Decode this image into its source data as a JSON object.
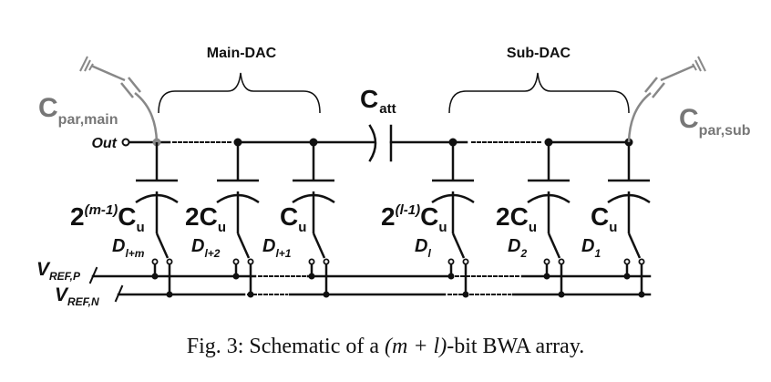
{
  "diagram": {
    "groups": {
      "main": "Main-DAC",
      "sub": "Sub-DAC"
    },
    "att_cap": {
      "base": "C",
      "sub": "att"
    },
    "par_main": {
      "base": "C",
      "sub": "par,main"
    },
    "par_sub": {
      "base": "C",
      "sub": "par,sub"
    },
    "out_label": "Out",
    "caps": [
      {
        "coef": "2",
        "exp": "(m-1)",
        "c": "C",
        "u": "u",
        "d": "D",
        "dsub": "l+m"
      },
      {
        "coef": "2",
        "exp": "",
        "c": "C",
        "u": "u",
        "d": "D",
        "dsub": "l+2"
      },
      {
        "coef": "",
        "exp": "",
        "c": "C",
        "u": "u",
        "d": "D",
        "dsub": "l+1"
      },
      {
        "coef": "2",
        "exp": "(l-1)",
        "c": "C",
        "u": "u",
        "d": "D",
        "dsub": "l"
      },
      {
        "coef": "2",
        "exp": "",
        "c": "C",
        "u": "u",
        "d": "D",
        "dsub": "2"
      },
      {
        "coef": "",
        "exp": "",
        "c": "C",
        "u": "u",
        "d": "D",
        "dsub": "1"
      }
    ],
    "vref_p": {
      "base": "V",
      "sub": "REF,P"
    },
    "vref_n": {
      "base": "V",
      "sub": "REF,N"
    }
  },
  "caption": {
    "prefix": "Fig. 3: Schematic of a ",
    "math": "(m + l)",
    "suffix": "-bit BWA array."
  }
}
